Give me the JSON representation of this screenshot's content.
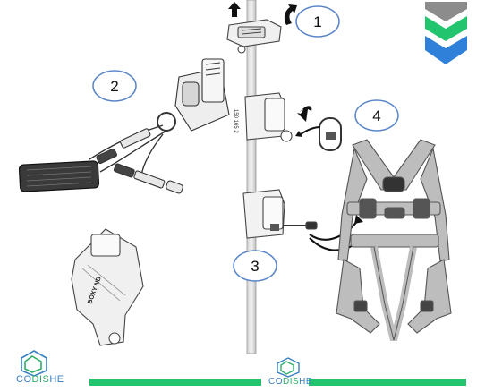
{
  "callouts": [
    "1",
    "2",
    "3",
    "4"
  ],
  "device_markings": {
    "mid_device": "150 165 2",
    "cam": "BOXY NB"
  },
  "brand": {
    "prefix": "CO",
    "highlight": "DIS",
    "suffix": "HE"
  },
  "colors": {
    "accent_green": "#22c46e",
    "accent_blue": "#2f80d8",
    "chevron_gray": "#8c8c8c",
    "callout_ring": "#5a86c8"
  }
}
